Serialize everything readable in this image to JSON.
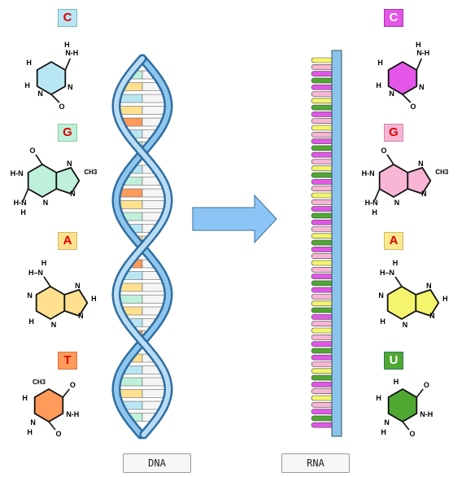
{
  "colors": {
    "C": "#b9e6f3",
    "G": "#bff0da",
    "A": "#ffe08f",
    "T": "#ff9a5a",
    "rnaC": "#e356e8",
    "rnaG": "#f8b5d4",
    "rnaA": "#f4f56c",
    "rnaU": "#4ea832",
    "arrow": "#8cc5f5",
    "strandDark": "#2f6ea1",
    "strandLight": "#8fc6ee"
  },
  "dna_bases": [
    {
      "letter": "C",
      "badge_color": "#b9e6f3",
      "ring_color": "#b9e6f3"
    },
    {
      "letter": "G",
      "badge_color": "#bff0da",
      "ring_color": "#bff0da"
    },
    {
      "letter": "A",
      "badge_color": "#ffe08f",
      "ring_color": "#ffe08f"
    },
    {
      "letter": "T",
      "badge_color": "#ff9a5a",
      "ring_color": "#ff9a5a"
    }
  ],
  "rna_bases": [
    {
      "letter": "C",
      "badge_color": "#e356e8",
      "ring_color": "#e356e8"
    },
    {
      "letter": "G",
      "badge_color": "#f8b5d4",
      "ring_color": "#f8b5d4"
    },
    {
      "letter": "A",
      "badge_color": "#fbe98f",
      "ring_color": "#f4f56c"
    },
    {
      "letter": "U",
      "badge_color": "#4ea832",
      "ring_color": "#4ea832"
    }
  ],
  "labels": {
    "dna": "DNA",
    "rna": "RNA"
  },
  "atoms": {
    "N": "N",
    "H": "H",
    "O": "O",
    "CH3": "CH3",
    "NH": "N-H",
    "HN": "H-N",
    "HNdash": "H–N"
  },
  "icons": {
    "transcription_arrow": "right-arrow-icon"
  }
}
